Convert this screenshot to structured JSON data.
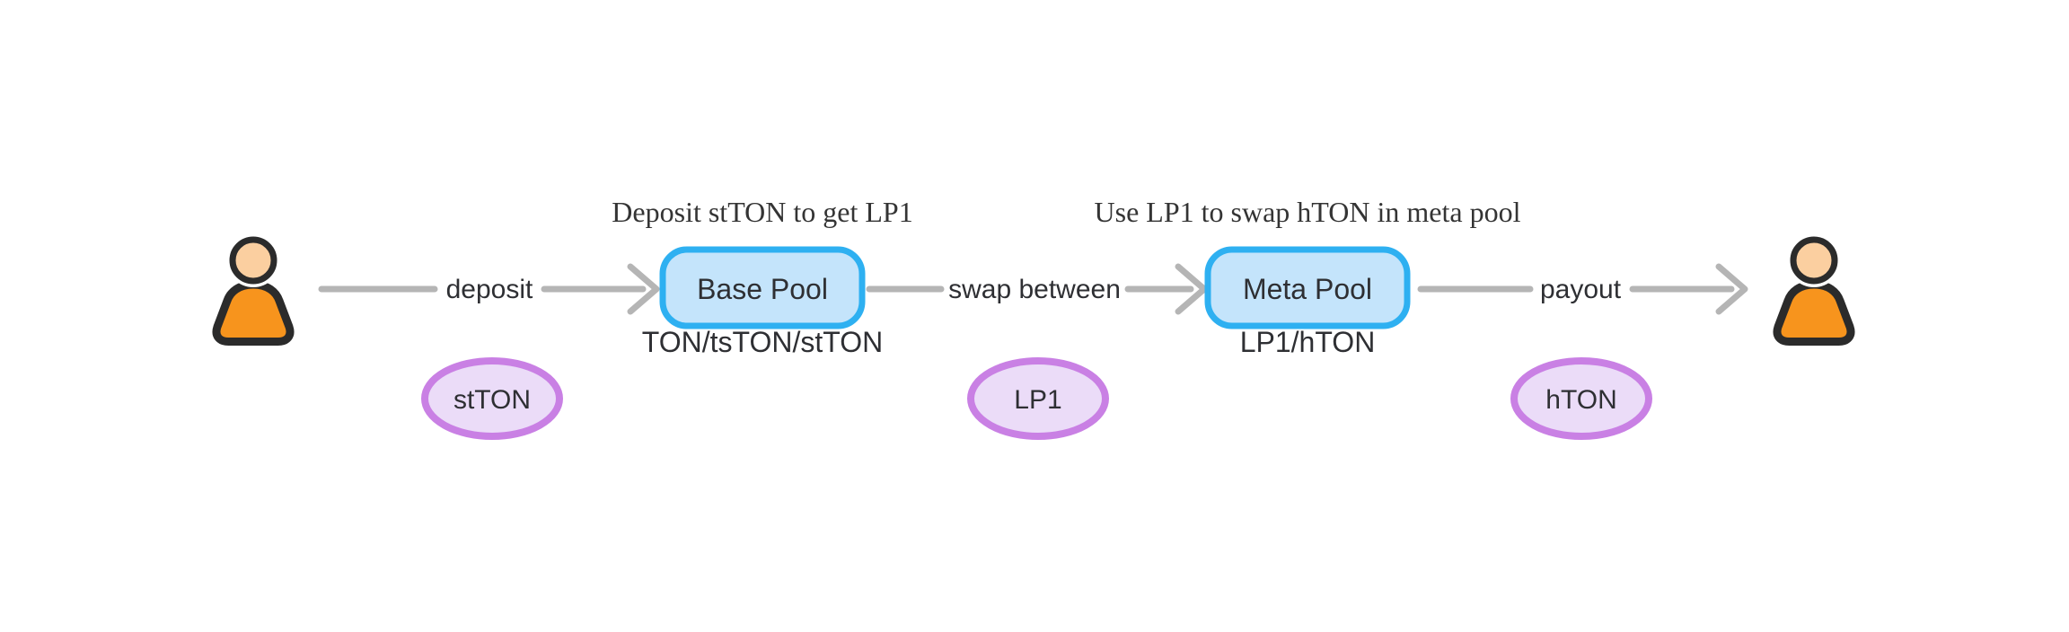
{
  "diagram": {
    "headings": [
      {
        "text": "Deposit stTON to get LP1"
      },
      {
        "text": "Use LP1 to swap hTON in meta pool"
      }
    ],
    "nodes": [
      {
        "label": "Base Pool",
        "caption": "TON/tsTON/stTON"
      },
      {
        "label": "Meta Pool",
        "caption": "LP1/hTON"
      }
    ],
    "edges": [
      {
        "label": "deposit"
      },
      {
        "label": "swap between"
      },
      {
        "label": "payout"
      }
    ],
    "tokens": [
      {
        "label": "stTON"
      },
      {
        "label": "LP1"
      },
      {
        "label": "hTON"
      }
    ],
    "icons": {
      "left_actor": "person-icon",
      "right_actor": "person-icon",
      "arrowhead": "chevron-right-arrowhead"
    }
  },
  "colors": {
    "pool_fill": "#C4E4FB",
    "pool_border": "#2EB0F1",
    "token_fill": "#EBDCF8",
    "token_border": "#C980E4",
    "arrow": "#B5B5B5",
    "heading_text": "#343434",
    "label_text": "#2E2F33",
    "person_fill": "#F7941D",
    "person_skin": "#FBCFA0",
    "person_outline": "#2B2B2B",
    "background": "#FFFFFF"
  }
}
